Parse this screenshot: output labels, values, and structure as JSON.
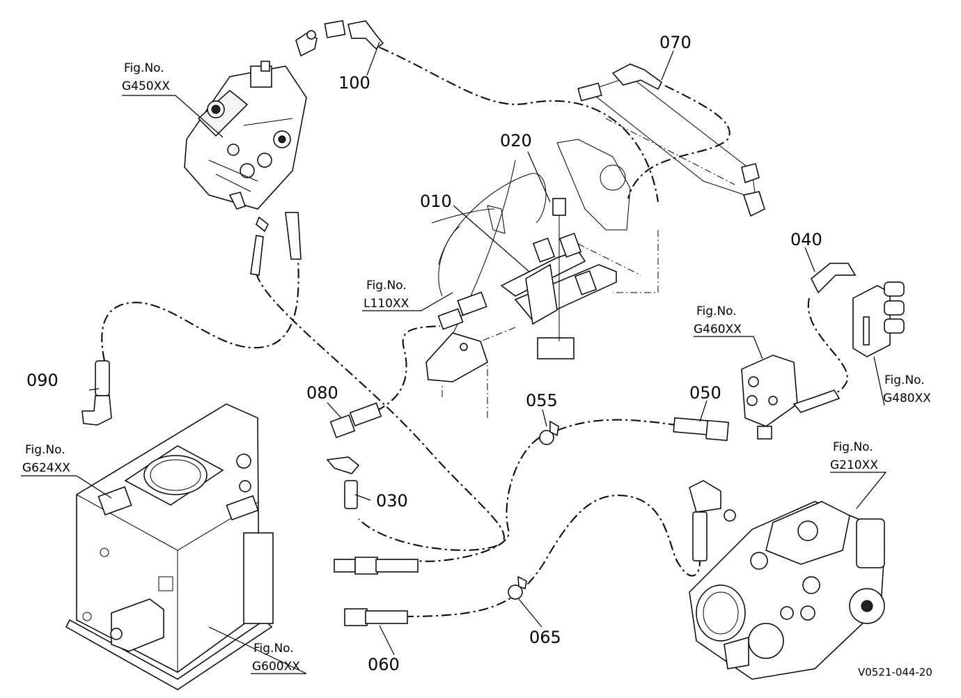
{
  "part_numbers": {
    "p010": "010",
    "p020": "020",
    "p030": "030",
    "p040": "040",
    "p050": "050",
    "p055": "055",
    "p060": "060",
    "p065": "065",
    "p070": "070",
    "p080": "080",
    "p090": "090",
    "p100": "100"
  },
  "figure_refs": [
    {
      "prefix": "Fig.No.",
      "code": "G450XX"
    },
    {
      "prefix": "Fig.No.",
      "code": "L110XX"
    },
    {
      "prefix": "Fig.No.",
      "code": "G460XX"
    },
    {
      "prefix": "Fig.No.",
      "code": "G480XX"
    },
    {
      "prefix": "Fig.No.",
      "code": "G624XX"
    },
    {
      "prefix": "Fig.No.",
      "code": "G210XX"
    },
    {
      "prefix": "Fig.No.",
      "code": "G600XX"
    }
  ],
  "drawing_code": "V0521-044-20"
}
